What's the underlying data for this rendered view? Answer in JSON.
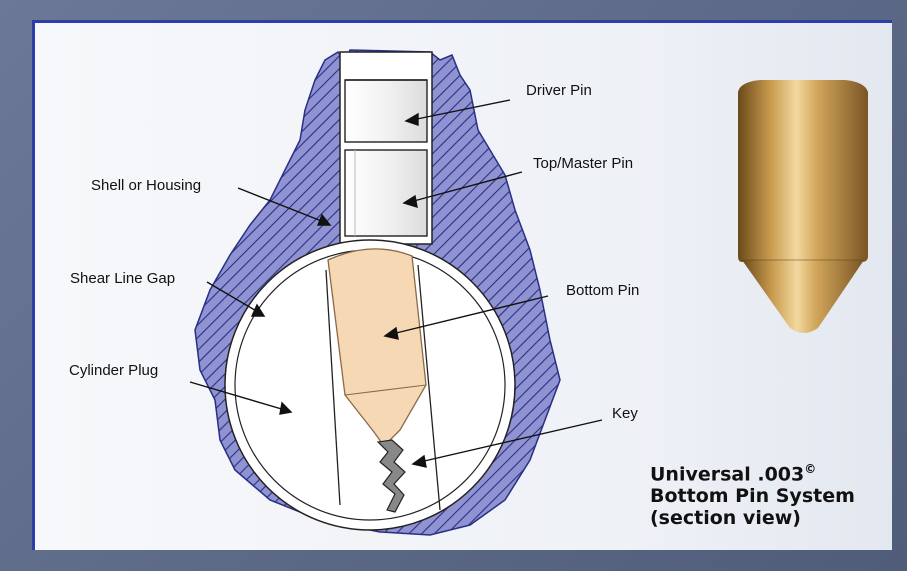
{
  "labels": {
    "driver_pin": "Driver Pin",
    "top_master_pin": "Top/Master Pin",
    "shell_housing": "Shell or Housing",
    "shear_line_gap": "Shear Line Gap",
    "bottom_pin": "Bottom Pin",
    "cylinder_plug": "Cylinder Plug",
    "key": "Key"
  },
  "caption": {
    "line1": "Universal .003",
    "line1_mark": "©",
    "line2": "Bottom Pin System",
    "line3": "(section view)"
  },
  "colors": {
    "housing": "#8f93d1",
    "hatch": "#2a2f86",
    "pin_body": "#f6d9b4",
    "brass": "#b98a3e",
    "border": "#2d3ea8"
  }
}
